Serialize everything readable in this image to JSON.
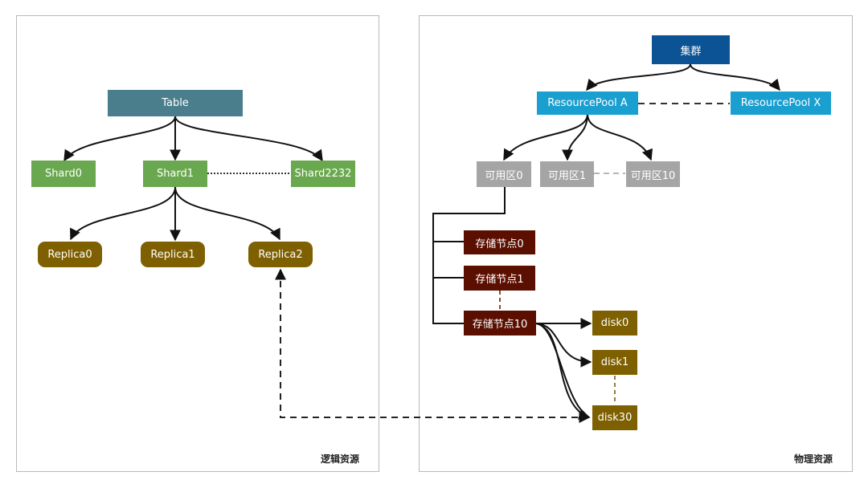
{
  "logical": {
    "caption": "逻辑资源",
    "table": "Table",
    "shards": [
      "Shard0",
      "Shard1",
      "Shard2232"
    ],
    "replicas": [
      "Replica0",
      "Replica1",
      "Replica2"
    ]
  },
  "physical": {
    "caption": "物理资源",
    "cluster": "集群",
    "pools": [
      "ResourcePool A",
      "ResourcePool X"
    ],
    "zones": [
      "可用区0",
      "可用区1",
      "可用区10"
    ],
    "storage_nodes": [
      "存储节点0",
      "存储节点1",
      "存储节点10"
    ],
    "disks": [
      "disk0",
      "disk1",
      "disk30"
    ]
  },
  "colors": {
    "table": "#4a7e8c",
    "shard": "#6aa84f",
    "replica": "#7f6000",
    "cluster": "#0b5394",
    "pool": "#1a9fd1",
    "zone": "#a5a5a5",
    "storage_node": "#5b0f00",
    "disk": "#7f6000",
    "line": "#111111"
  }
}
